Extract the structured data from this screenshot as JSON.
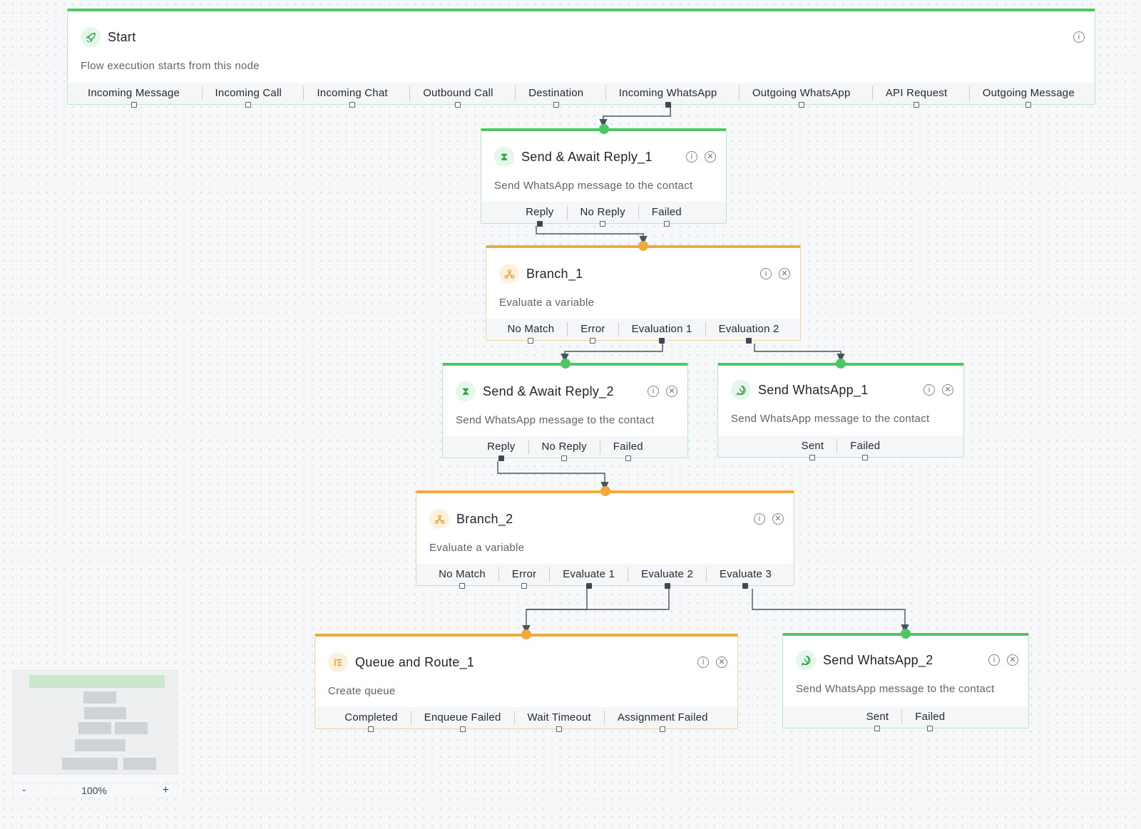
{
  "colors": {
    "success": "#4cc764",
    "branch": "#f0a93b",
    "wire": "#4a525c"
  },
  "start": {
    "title": "Start",
    "description": "Flow execution starts from this node",
    "icon": "rocket-icon",
    "outputs": [
      "Incoming Message",
      "Incoming Call",
      "Incoming Chat",
      "Outbound Call",
      "Destination",
      "Incoming WhatsApp",
      "Outgoing WhatsApp",
      "API Request",
      "Outgoing Message"
    ],
    "active_output": "Incoming WhatsApp"
  },
  "nodes": {
    "send_await_1": {
      "title": "Send & Await Reply_1",
      "description": "Send WhatsApp message to the contact",
      "icon": "hourglass-icon",
      "outputs": [
        "Reply",
        "No Reply",
        "Failed"
      ]
    },
    "branch_1": {
      "title": "Branch_1",
      "description": "Evaluate a variable",
      "icon": "branch-icon",
      "outputs": [
        "No Match",
        "Error",
        "Evaluation 1",
        "Evaluation 2"
      ]
    },
    "send_await_2": {
      "title": "Send & Await Reply_2",
      "description": "Send WhatsApp message to the contact",
      "icon": "hourglass-icon",
      "outputs": [
        "Reply",
        "No Reply",
        "Failed"
      ]
    },
    "send_whatsapp_1": {
      "title": "Send WhatsApp_1",
      "description": "Send WhatsApp message to the contact",
      "icon": "whatsapp-icon",
      "outputs": [
        "Sent",
        "Failed"
      ]
    },
    "branch_2": {
      "title": "Branch_2",
      "description": "Evaluate a variable",
      "icon": "branch-icon",
      "outputs": [
        "No Match",
        "Error",
        "Evaluate 1",
        "Evaluate 2",
        "Evaluate 3"
      ]
    },
    "queue_route_1": {
      "title": "Queue and Route_1",
      "description": "Create queue",
      "icon": "queue-icon",
      "outputs": [
        "Completed",
        "Enqueue Failed",
        "Wait Timeout",
        "Assignment Failed"
      ]
    },
    "send_whatsapp_2": {
      "title": "Send WhatsApp_2",
      "description": "Send WhatsApp message to the contact",
      "icon": "whatsapp-icon",
      "outputs": [
        "Sent",
        "Failed"
      ]
    }
  },
  "zoom": {
    "minus": "-",
    "level": "100%",
    "plus": "+"
  }
}
